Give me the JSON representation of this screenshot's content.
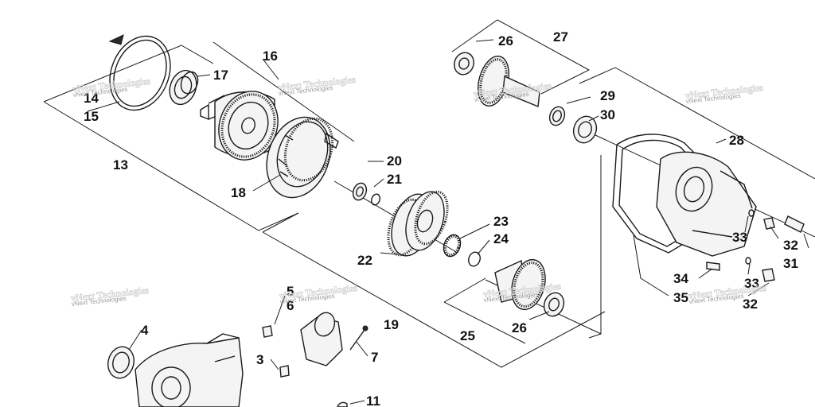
{
  "watermark": {
    "text": "vNext Technologies",
    "color": "#9a9a9a"
  },
  "callouts": {
    "c3": "3",
    "c4": "4",
    "c5": "5",
    "c6": "6",
    "c7": "7",
    "c11": "11",
    "c13": "13",
    "c14": "14",
    "c15": "15",
    "c16": "16",
    "c17": "17",
    "c18": "18",
    "c19": "19",
    "c20": "20",
    "c21": "21",
    "c22": "22",
    "c23": "23",
    "c24": "24",
    "c25": "25",
    "c26a": "26",
    "c26b": "26",
    "c27": "27",
    "c28": "28",
    "c29": "29",
    "c30": "30",
    "c31": "31",
    "c32a": "32",
    "c32b": "32",
    "c33a": "33",
    "c33b": "33",
    "c34": "34",
    "c35": "35"
  }
}
